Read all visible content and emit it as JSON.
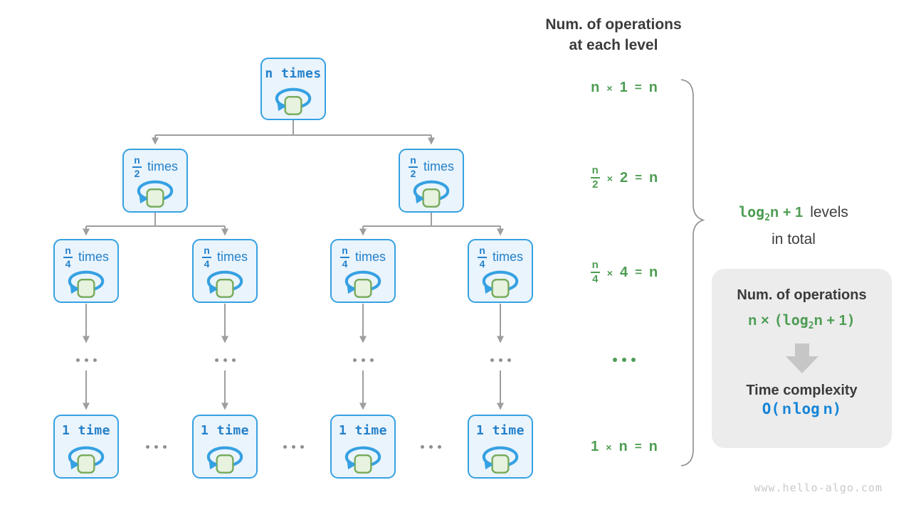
{
  "header": {
    "line1": "Num. of operations",
    "line2": "at each level"
  },
  "tree": {
    "root": {
      "label": "n times"
    },
    "level2": [
      {
        "num": "n",
        "den": "2",
        "word": "times"
      },
      {
        "num": "n",
        "den": "2",
        "word": "times"
      }
    ],
    "level3": [
      {
        "num": "n",
        "den": "4",
        "word": "times"
      },
      {
        "num": "n",
        "den": "4",
        "word": "times"
      },
      {
        "num": "n",
        "den": "4",
        "word": "times"
      },
      {
        "num": "n",
        "den": "4",
        "word": "times"
      }
    ],
    "bottom": [
      {
        "label": "1 time"
      },
      {
        "label": "1 time"
      },
      {
        "label": "1 time"
      },
      {
        "label": "1 time"
      }
    ],
    "column_ellipsis": "...",
    "row_ellipsis": "..."
  },
  "equations": {
    "level1": {
      "lhs": "n",
      "op": "×",
      "factor": "1",
      "eq": "=",
      "rhs": "n"
    },
    "level2": {
      "num": "n",
      "den": "2",
      "op": "×",
      "factor": "2",
      "eq": "=",
      "rhs": "n"
    },
    "level3": {
      "num": "n",
      "den": "4",
      "op": "×",
      "factor": "4",
      "eq": "=",
      "rhs": "n"
    },
    "ellipsis": "...",
    "bottom": {
      "lhs": "1",
      "op": "×",
      "factor": "n",
      "eq": "=",
      "rhs": "n"
    }
  },
  "levels_note": {
    "log": "log",
    "sub": "2",
    "expr": "n + 1",
    "text1": "levels",
    "text2": "in total"
  },
  "summary_box": {
    "title1": "Num. of operations",
    "formula": {
      "a": "n ×",
      "open": "(",
      "log": "log",
      "sub": "2",
      "b": "n + 1",
      "close": ")"
    },
    "title2": "Time complexity",
    "complexity": {
      "open": "O(",
      "n1": "n",
      "log": "log",
      "n2": "n",
      "close": ")"
    }
  },
  "watermark": "www.hello-algo.com",
  "colors": {
    "node_border_blue": "#36a1e2",
    "node_fill": "#eaf4fc",
    "node_text_blue": "#2481cb",
    "square_fill": "#e7f2df",
    "square_border": "#76aa5b",
    "connector_gray": "#9e9e9e",
    "green_text": "#4d9d53",
    "dark_text": "#3b3b3b",
    "complexity_blue": "#1585d8",
    "box_bg": "#ececec",
    "watermark_gray": "#c8c8c8"
  }
}
